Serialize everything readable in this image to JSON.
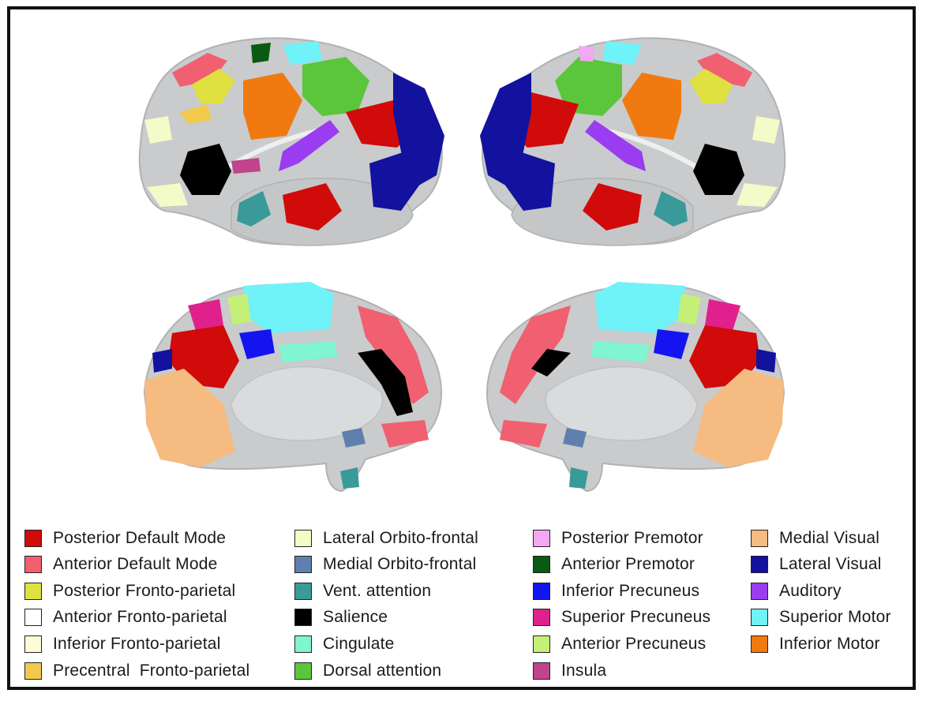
{
  "legend": [
    {
      "label": "Posterior Default Mode",
      "color": "#d10a0a"
    },
    {
      "label": "Anterior Default Mode",
      "color": "#f06070"
    },
    {
      "label": "Posterior Fronto-parietal",
      "color": "#e0e040"
    },
    {
      "label": "Anterior Fronto-parietal",
      "color": "#ffffff"
    },
    {
      "label": "Inferior Fronto-parietal",
      "color": "#fdfbd8"
    },
    {
      "label": "Precentral  Fronto-parietal",
      "color": "#f2c94c"
    },
    {
      "label": "Lateral Orbito-frontal",
      "color": "#f4fac8"
    },
    {
      "label": "Medial Orbito-frontal",
      "color": "#5f7fae"
    },
    {
      "label": "Vent. attention",
      "color": "#3a9a9a"
    },
    {
      "label": "Salience",
      "color": "#000000"
    },
    {
      "label": "Cingulate",
      "color": "#7ff5d0"
    },
    {
      "label": "Dorsal attention",
      "color": "#5bc63c"
    },
    {
      "label": "Posterior Premotor",
      "color": "#f2a8f2"
    },
    {
      "label": "Anterior Premotor",
      "color": "#0a5a12"
    },
    {
      "label": "Inferior Precuneus",
      "color": "#1414f0"
    },
    {
      "label": "Superior Precuneus",
      "color": "#e0208c"
    },
    {
      "label": "Anterior Precuneus",
      "color": "#c4f078"
    },
    {
      "label": "Insula",
      "color": "#c0448e"
    },
    {
      "label": "Medial Visual",
      "color": "#f5bb80"
    },
    {
      "label": "Lateral Visual",
      "color": "#12129e"
    },
    {
      "label": "Auditory",
      "color": "#9a3cf0"
    },
    {
      "label": "Superior Motor",
      "color": "#6ff2f8"
    },
    {
      "label": "Inferior Motor",
      "color": "#f07a10"
    }
  ],
  "colors": {
    "cortex": "#c9cbcc",
    "cortex_shade": "#a9abad",
    "sulcus": "#eef0f0",
    "frame": "#111111"
  }
}
